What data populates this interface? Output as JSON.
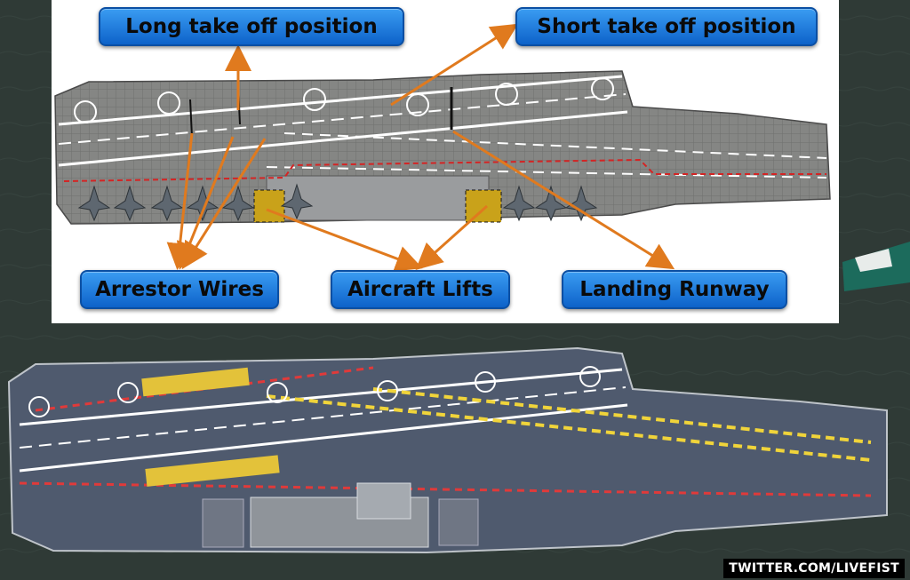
{
  "labels": {
    "long_takeoff": "Long take off position",
    "short_takeoff": "Short take off position",
    "arrestor_wires": "Arrestor Wires",
    "aircraft_lifts": "Aircraft Lifts",
    "landing_runway": "Landing Runway"
  },
  "watermark": "TWITTER.COM/LIVEFIST",
  "colors": {
    "label_fill": "#1e7fe0",
    "arrow": "#e07a1e",
    "landing_line": "#e03a3a",
    "takeoff_line": "#f0d43a",
    "sea": "#2f3a36",
    "deck_diagram": "#8a8a88",
    "deck_photo": "#4f5a6e"
  },
  "icons": [
    "aircraft-icon",
    "helipad-marker-icon",
    "arrow-icon"
  ]
}
